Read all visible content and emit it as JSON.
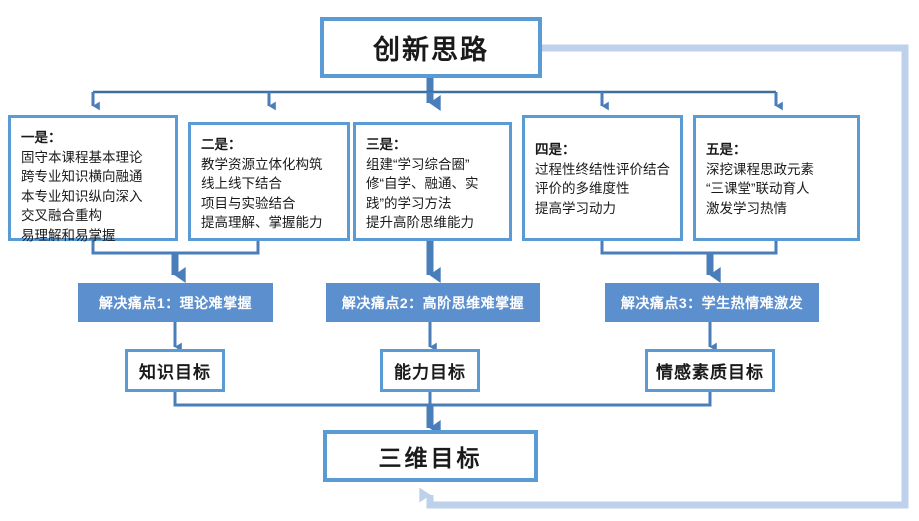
{
  "diagram": {
    "title": "创新思路",
    "measures": [
      {
        "head": "一是：",
        "lines": [
          "固守本课程基本理论",
          "跨专业知识横向融通",
          "本专业知识纵向深入",
          "交叉融合重构",
          "易理解和易掌握"
        ]
      },
      {
        "head": "二是：",
        "lines": [
          "教学资源立体化构筑",
          "线上线下结合",
          "项目与实验结合",
          "提高理解、掌握能力"
        ]
      },
      {
        "head": "三是：",
        "lines": [
          "组建“学习综合圈”",
          "修“自学、融通、实",
          "践”的学习方法",
          "提升高阶思维能力"
        ]
      },
      {
        "head": "四是：",
        "lines": [
          "过程性终结性评价结合",
          "评价的多维度性",
          "提高学习动力"
        ]
      },
      {
        "head": "五是：",
        "lines": [
          "深挖课程思政元素",
          "“三课堂”联动育人",
          "激发学习热情"
        ]
      }
    ],
    "pain_points": [
      {
        "label": "解决痛点1：理论难掌握"
      },
      {
        "label": "解决痛点2：高阶思维难掌握"
      },
      {
        "label": "解决痛点3：学生热情难激发"
      }
    ],
    "goals": [
      {
        "label": "知识目标"
      },
      {
        "label": "能力目标"
      },
      {
        "label": "情感素质目标"
      }
    ],
    "final": "三维目标",
    "colors": {
      "border_blue": "#5B9BD5",
      "connector_blue": "#4A7EBB",
      "bar_blue": "#5B8FCE",
      "feedback_blue": "#BDD1EA",
      "text_dark": "#1a1a1a",
      "bar_text": "#ffffff"
    }
  }
}
